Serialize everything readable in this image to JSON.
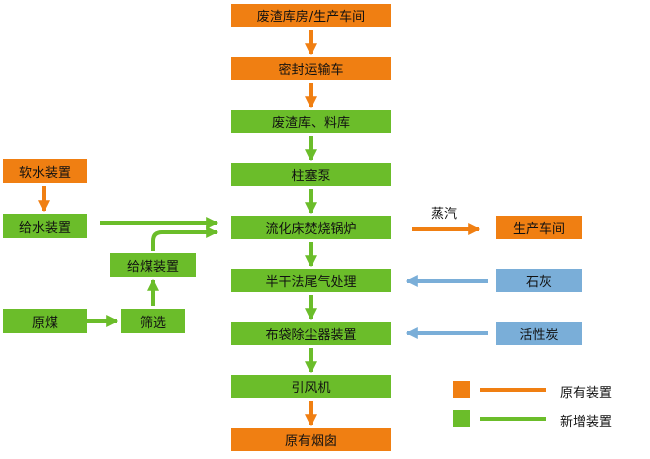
{
  "colors": {
    "existing": "#f07f12",
    "new": "#6bbd2a",
    "additive": "#7aaed8"
  },
  "main_flow": {
    "waste_storage": "废渣库房/生产车间",
    "sealed_truck": "密封运输车",
    "waste_material_store": "废渣库、料库",
    "plunger_pump": "柱塞泵",
    "fbc_boiler": "流化床焚烧锅炉",
    "semi_dry_treatment": "半干法尾气处理",
    "bag_filter": "布袋除尘器装置",
    "induced_fan": "引风机",
    "existing_chimney": "原有烟囱"
  },
  "left_flow": {
    "soft_water": "软水装置",
    "water_supply": "给水装置",
    "coal_feeder": "给煤装置",
    "raw_coal": "原煤",
    "screening": "筛选"
  },
  "right_flow": {
    "steam_label": "蒸汽",
    "production_workshop": "生产车间",
    "lime": "石灰",
    "activated_carbon": "活性炭"
  },
  "legend": {
    "existing": "原有装置",
    "new": "新增装置"
  }
}
